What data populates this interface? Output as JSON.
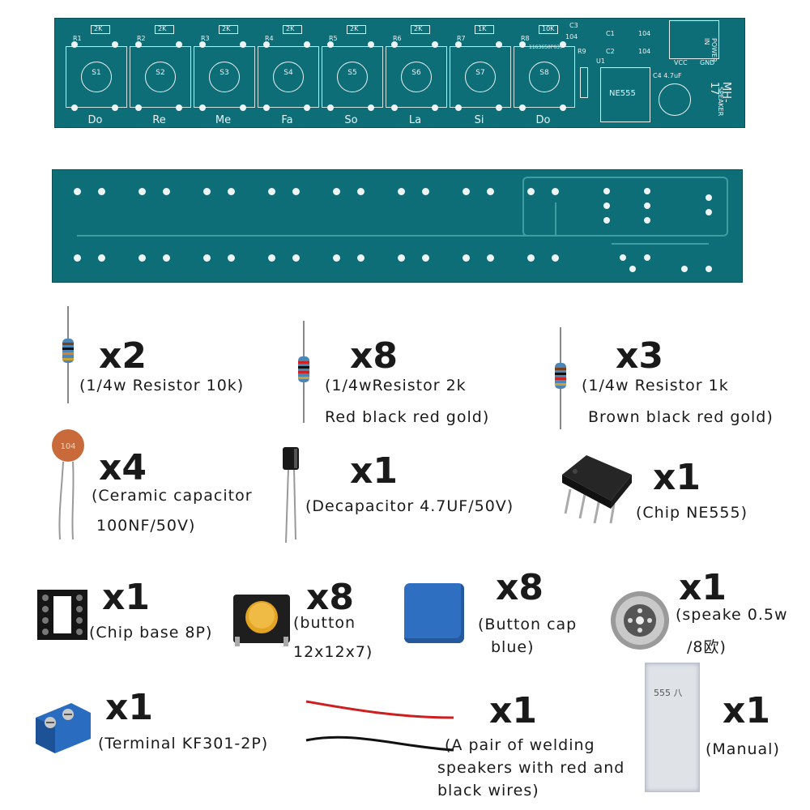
{
  "pcb_top": {
    "notes": [
      "Do",
      "Re",
      "Me",
      "Fa",
      "So",
      "La",
      "Si",
      "Do"
    ],
    "switches": [
      "S1",
      "S2",
      "S3",
      "S4",
      "S5",
      "S6",
      "S7",
      "S8"
    ],
    "resistor_refs": [
      "R1",
      "R2",
      "R3",
      "R4",
      "R5",
      "R6",
      "R7",
      "R8"
    ],
    "resistor_values": [
      "2K",
      "2K",
      "2K",
      "2K",
      "2K",
      "2K",
      "1K",
      "10K"
    ],
    "c3": "C3",
    "c3_val": "104",
    "r9": "R9",
    "u1": "U1",
    "chip": "NE555",
    "c1": "C1",
    "c1_val": "104",
    "c2": "C2",
    "c2_val": "104",
    "c4": "C4 4.7uF",
    "vcc": "VCC",
    "gnd": "GND",
    "power_in": "POWER IN",
    "speaker": "SPEAKER",
    "board_name": "MH-17",
    "serial": "1163650P037"
  },
  "parts": [
    {
      "qty": "x2",
      "desc": "(1/4w Resistor 10k)"
    },
    {
      "qty": "x8",
      "desc": "(1/4wResistor 2k",
      "desc2": "Red black red gold)"
    },
    {
      "qty": "x3",
      "desc": "(1/4w Resistor 1k",
      "desc2": "Brown black red gold)"
    },
    {
      "qty": "x4",
      "desc": "(Ceramic capacitor",
      "desc2": "100NF/50V)",
      "mark": "104"
    },
    {
      "qty": "x1",
      "desc": "(Decapacitor 4.7UF/50V)"
    },
    {
      "qty": "x1",
      "desc": "(Chip NE555)"
    },
    {
      "qty": "x1",
      "desc": "(Chip base 8P)"
    },
    {
      "qty": "x8",
      "desc": "(button",
      "desc2": "12x12x7)"
    },
    {
      "qty": "x8",
      "desc": "(Button cap",
      "desc2": "blue)"
    },
    {
      "qty": "x1",
      "desc": "(speake 0.5w",
      "desc2": "/8欧)"
    },
    {
      "qty": "x1",
      "desc": "(Terminal KF301-2P)"
    },
    {
      "qty": "x1",
      "desc": "(A pair of welding",
      "desc2": "speakers with red and",
      "desc3": "black wires)"
    },
    {
      "qty": "x1",
      "desc": "(Manual)",
      "mark": "555 八"
    }
  ],
  "colors": {
    "pcb": "#0e6e77",
    "silk": "#e9f2f2",
    "trace": "#3f9ea4",
    "cap_blue": "#2f6fc2",
    "terminal_blue": "#2a6dc0",
    "ceramic": "#c96a3a",
    "button_yellow": "#e3a323"
  }
}
